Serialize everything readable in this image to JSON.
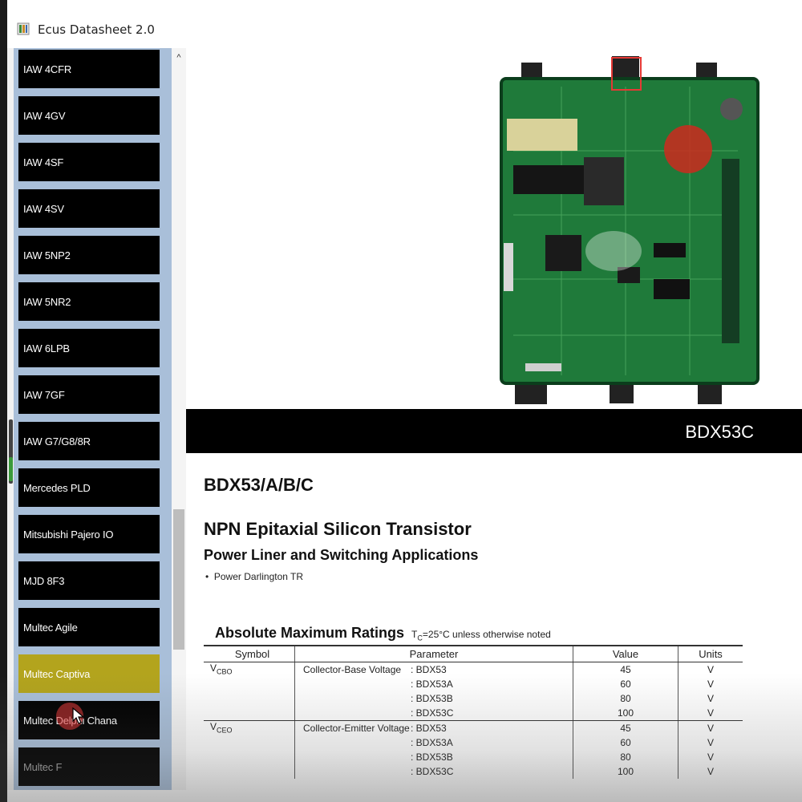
{
  "window": {
    "title": "Ecus Datasheet 2.0"
  },
  "sidebar": {
    "scroll_up_glyph": "^",
    "items": [
      {
        "label": "IAW 4CFR"
      },
      {
        "label": "IAW 4GV"
      },
      {
        "label": "IAW 4SF"
      },
      {
        "label": "IAW 4SV"
      },
      {
        "label": "IAW 5NP2"
      },
      {
        "label": "IAW 5NR2"
      },
      {
        "label": "IAW 6LPB"
      },
      {
        "label": "IAW 7GF"
      },
      {
        "label": "IAW G7/G8/8R"
      },
      {
        "label": "Mercedes PLD"
      },
      {
        "label": "Mitsubishi Pajero IO"
      },
      {
        "label": "MJD 8F3"
      },
      {
        "label": "Multec Agile"
      },
      {
        "label": "Multec Captiva",
        "selected": true
      },
      {
        "label": "Multec Delphi Chana"
      },
      {
        "label": "Multec F"
      }
    ]
  },
  "content": {
    "banner_part": "BDX53C",
    "title": "BDX53/A/B/C",
    "subtitle": "NPN Epitaxial Silicon Transistor",
    "application": "Power Liner and Switching Applications",
    "bullet": "Power Darlington TR",
    "amr": {
      "title": "Absolute Maximum Ratings",
      "note": "T",
      "note_sub": "C",
      "note_rest": "=25°C unless otherwise noted",
      "headers": {
        "symbol": "Symbol",
        "parameter": "Parameter",
        "value": "Value",
        "units": "Units"
      },
      "rows": [
        {
          "symbol": "V",
          "symbol_sub": "CBO",
          "name": "Collector-Base Voltage",
          "parts": [
            ": BDX53",
            ": BDX53A",
            ": BDX53B",
            ": BDX53C"
          ],
          "values": [
            "45",
            "60",
            "80",
            "100"
          ],
          "units": [
            "V",
            "V",
            "V",
            "V"
          ]
        },
        {
          "symbol": "V",
          "symbol_sub": "CEO",
          "name": "Collector-Emitter Voltage",
          "parts": [
            ": BDX53",
            ": BDX53A",
            ": BDX53B",
            ": BDX53C"
          ],
          "values": [
            "45",
            "60",
            "80",
            "100"
          ],
          "units": [
            "V",
            "V",
            "V",
            "V"
          ]
        }
      ]
    }
  }
}
